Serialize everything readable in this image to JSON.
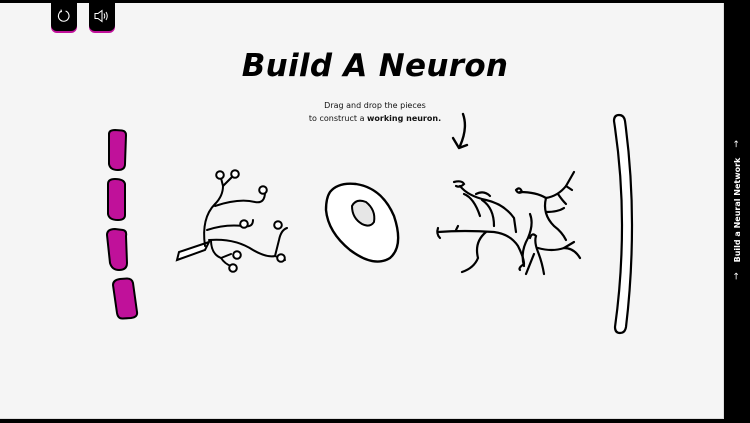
{
  "controls": {
    "restart_icon": "restart-icon",
    "sound_icon": "speaker-icon"
  },
  "header": {
    "title": "Build A Neuron",
    "instruction_line1": "Drag and drop the pieces",
    "instruction_line2_prefix": "to construct a ",
    "instruction_line2_bold": "working neuron."
  },
  "pieces": [
    {
      "id": "myelin-sheath-segments",
      "count": 4,
      "color": "#c0119a"
    },
    {
      "id": "axon-terminals"
    },
    {
      "id": "cell-body-soma"
    },
    {
      "id": "dendrites"
    },
    {
      "id": "axon"
    }
  ],
  "side_panel": {
    "label": "Build a Neural Network",
    "arrow": "→"
  },
  "colors": {
    "accent": "#c0119a",
    "background": "#f5f5f5",
    "frame": "#000000",
    "nucleus": "#e6e6e6"
  }
}
